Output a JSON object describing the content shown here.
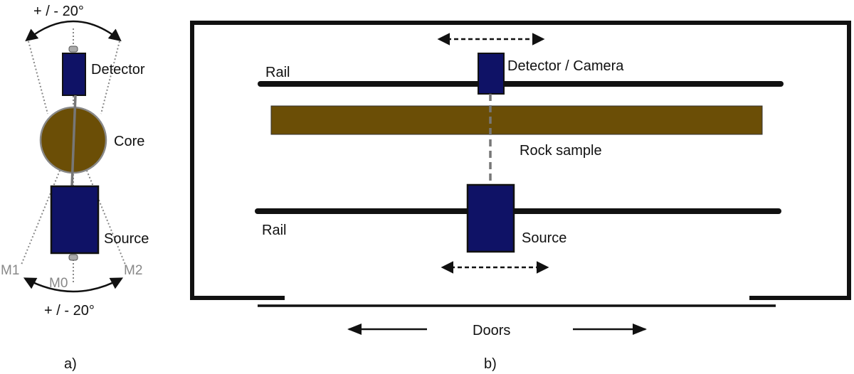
{
  "panel_a": {
    "label": "a)",
    "top_angle": "+ / - 20°",
    "bottom_angle": "+ / - 20°",
    "detector": "Detector",
    "core": "Core",
    "source": "Source",
    "m0": "M0",
    "m1": "M1",
    "m2": "M2"
  },
  "panel_b": {
    "label": "b)",
    "rail_top": "Rail",
    "rail_bottom": "Rail",
    "detector": "Detector / Camera",
    "rock": "Rock sample",
    "source": "Source",
    "doors": "Doors"
  },
  "colors": {
    "block": "#0f1266",
    "rock": "#6b4e06",
    "core": "#6b4e06",
    "line": "#111111",
    "gray": "#777777"
  }
}
